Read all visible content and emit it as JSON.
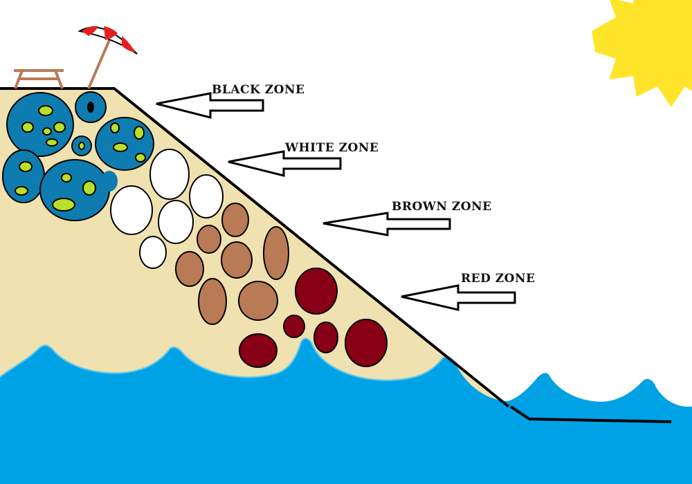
{
  "colors": {
    "sky": "#ffffff",
    "sand": "#f0e2b0",
    "sea": "#00a2e6",
    "sun": "#ffe52a",
    "outline": "#000000",
    "black_zone_fill": "#0e7cb0",
    "black_zone_spots": "#b8e02a",
    "white_zone_fill": "#ffffff",
    "brown_zone_fill": "#b97a56",
    "red_zone_fill": "#880015",
    "table": "#b97a56",
    "umbrella_red": "#e62020",
    "umbrella_white": "#ffffff"
  },
  "zones": [
    {
      "id": "black",
      "label": "BLACK ZONE"
    },
    {
      "id": "white",
      "label": "WHITE ZONE"
    },
    {
      "id": "brown",
      "label": "BROWN ZONE"
    },
    {
      "id": "red",
      "label": "RED ZONE"
    }
  ],
  "icons": {
    "sun": "sun-icon",
    "umbrella": "beach-umbrella-icon",
    "table": "picnic-table-icon",
    "arrow": "left-arrow-icon"
  }
}
